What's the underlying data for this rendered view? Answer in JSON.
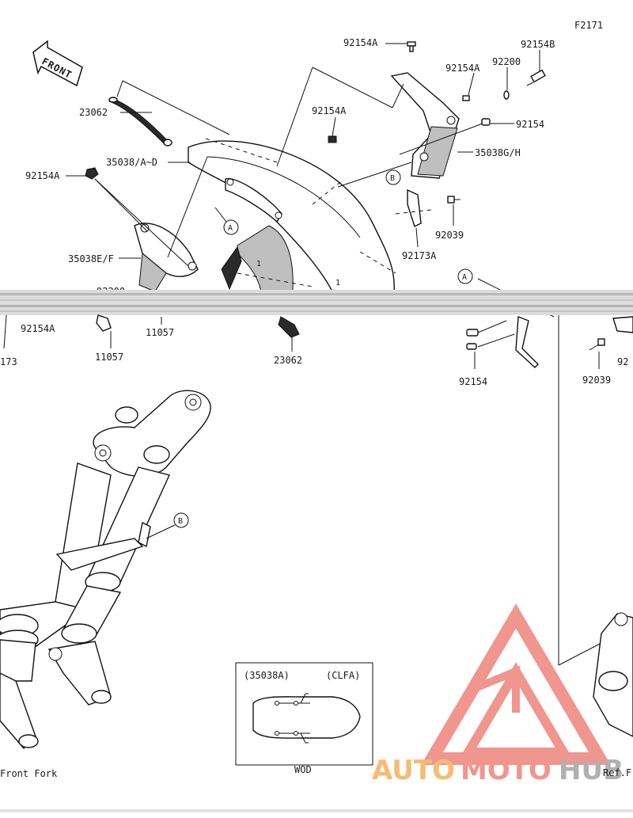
{
  "figure_id": "F2171",
  "front_label": "FRONT",
  "callouts": {
    "p92154A_top": "92154A",
    "p92154B": "92154B",
    "p92154A_mid": "92154A",
    "p92200_top": "92200",
    "p23062_top": "23062",
    "p92154A_center": "92154A",
    "p92154_right": "92154",
    "p35038AD": "35038/A~D",
    "p35038GH": "35038G/H",
    "p92154A_left": "92154A",
    "p92039_top": "92039",
    "p92173A": "92173A",
    "p35038EF": "35038E/F",
    "p92200_left": "92200",
    "p92154A_lower": "92154A",
    "p11057_a": "11057",
    "p11057_b": "11057",
    "p23062_bottom": "23062",
    "p92154_bottom": "92154",
    "p92039_bottom": "92039",
    "p173_edge": "173",
    "p92_edge": "92",
    "front_fork": "Front Fork",
    "ref_edge": "Ref.F"
  },
  "markers": {
    "a": "A",
    "b": "B",
    "one": "1"
  },
  "inset": {
    "left_label": "(35038A)",
    "right_label": "(CLFA)",
    "caption": "WOD"
  },
  "watermark": {
    "auto": "AUTO",
    "moto": "MOTO",
    "hub": "HUB"
  },
  "colors": {
    "watermark_red": "#f08a83",
    "watermark_orange": "#f6b564",
    "watermark_grey": "#a8a8a8"
  }
}
